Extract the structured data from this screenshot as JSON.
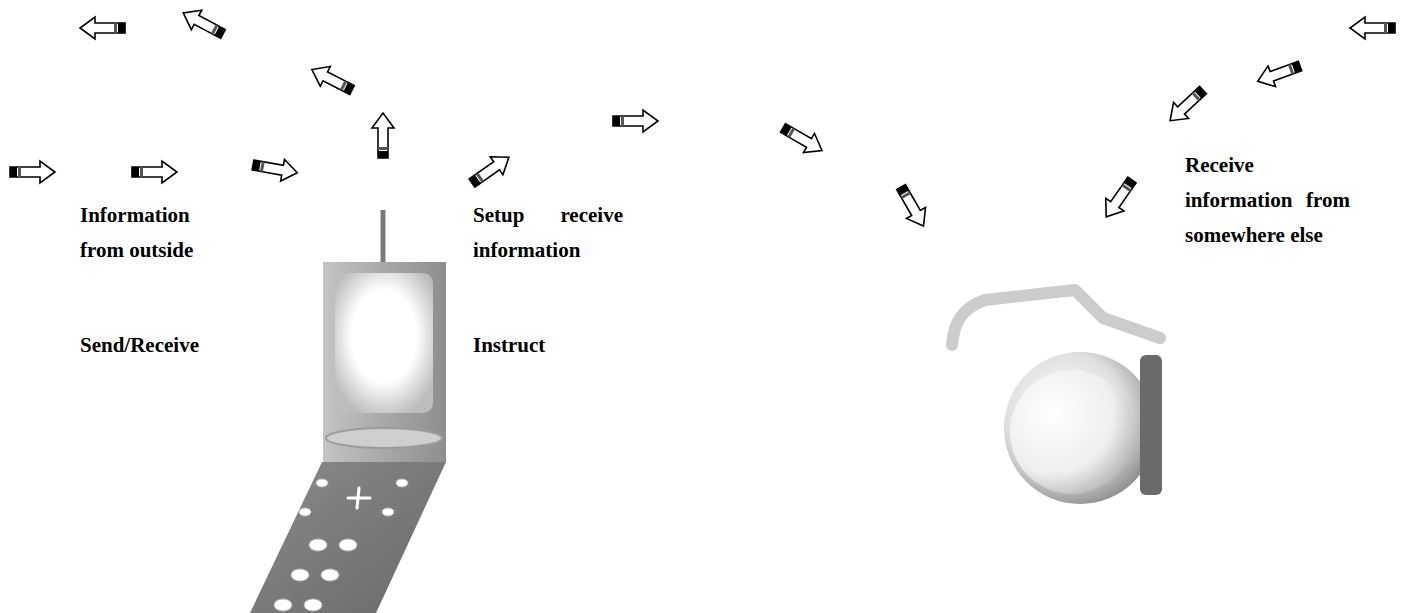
{
  "diagram": {
    "labels": [
      "Information from outside",
      "Send/Receive",
      "Setup receive information",
      "Instruct",
      "Receive information from somewhere else"
    ]
  }
}
